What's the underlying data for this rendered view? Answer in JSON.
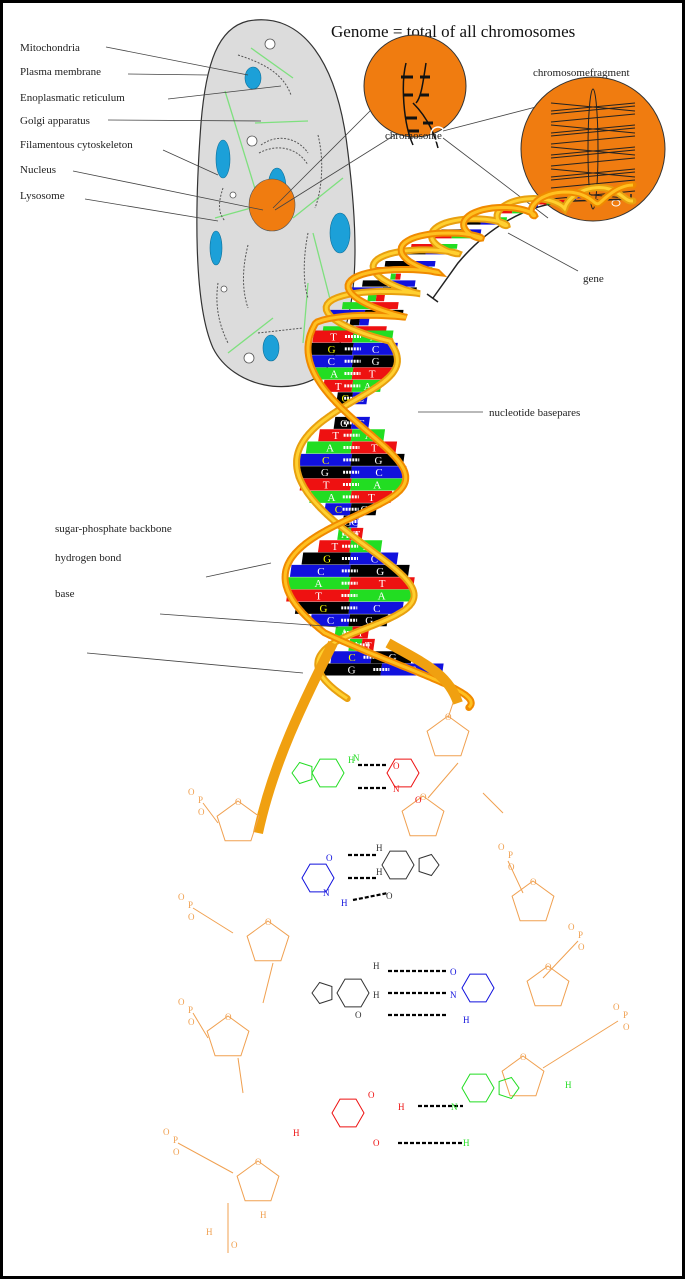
{
  "title": "Genome = total of all chromosomes",
  "cell_labels": {
    "mitochondria": "Mitochondria",
    "plasma_membrane": "Plasma membrane",
    "er": "Enoplasmatic reticulum",
    "golgi": "Golgi apparatus",
    "cytoskeleton": "Filamentous cytoskeleton",
    "nucleus": "Nucleus",
    "lysosome": "Lysosome"
  },
  "chromosome_label": "chromosome",
  "fragment_label": "chromosomefragment",
  "gene_label": "gene",
  "dna_labels": {
    "basepairs": "nucleotide basepares",
    "backbone": "sugar-phosphate backbone",
    "hbond": "hydrogen bond",
    "base": "base"
  },
  "bases": {
    "A": "A",
    "T": "T",
    "C": "C",
    "G": "G"
  },
  "atoms": {
    "N": "N",
    "O": "O",
    "H": "H",
    "P": "P"
  },
  "colors": {
    "A": "#22dd22",
    "T": "#ee1111",
    "C": "#1111dd",
    "G": "#000000",
    "backbone": "#f0a020",
    "organelle": "#1ca0d8",
    "nucleus": "#f07c10",
    "cell": "#dcdcdc",
    "sugar": "#f0a050"
  }
}
